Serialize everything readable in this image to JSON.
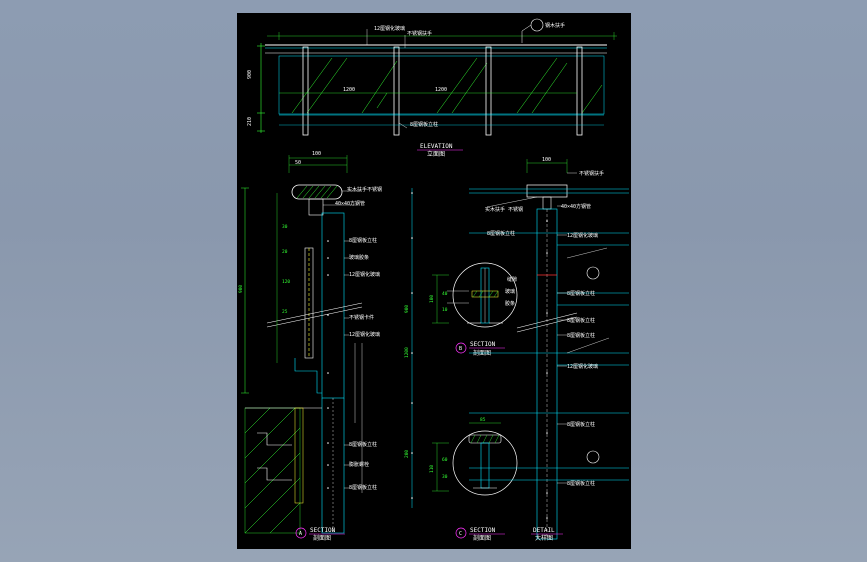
{
  "elevation": {
    "title_en": "ELEVATION",
    "title_cn": "立面图",
    "labels": {
      "top_rail": "12厘钢化玻璃",
      "handrail": "不锈钢扶手",
      "post_tag": "钢木扶手",
      "post": "8厘钢板立柱",
      "span1": "1200",
      "span2": "1200",
      "dim_h1": "900",
      "dim_h2": "210"
    }
  },
  "section_a": {
    "title_en": "SECTION",
    "title_cn": "剖面图",
    "marker": "A",
    "labels": {
      "top_w": "100",
      "top_w2": "50",
      "handrail": "实木扶手",
      "handrail_sub": "不锈钢",
      "bracket": "40×40方钢管",
      "plate1": "8厘钢板立柱",
      "gasket": "玻璃胶条",
      "glass": "12厘钢化玻璃",
      "stainless": "不锈钢卡件",
      "glass2": "12厘钢化玻璃",
      "plate2": "8厘钢板立柱",
      "anchor": "膨胀螺栓",
      "plate3": "8厘钢板立柱",
      "dim_900": "900",
      "dim_a": "120",
      "dim_b": "20",
      "dim_c": "25",
      "dim_d": "30"
    }
  },
  "section_b": {
    "title_en": "SECTION",
    "title_cn": "剖面图",
    "marker": "B",
    "labels": {
      "gap": "缝隙",
      "glass": "玻璃",
      "gasket": "胶条",
      "dim": "100",
      "dim2": "40",
      "dim3": "10"
    }
  },
  "section_c": {
    "title_en": "SECTION",
    "title_cn": "剖面图",
    "marker": "C",
    "labels": {
      "dim": "85",
      "dim2": "110",
      "dim3": "60",
      "dim4": "30"
    }
  },
  "detail": {
    "title_en": "DETAIL",
    "title_cn": "大样图",
    "labels": {
      "top_w": "100",
      "handrail": "不锈钢扶手",
      "wood": "实木扶手 不锈钢",
      "bracket": "40×40方钢管",
      "plate1": "8厘钢板立柱",
      "glass1": "12厘钢化玻璃",
      "plate2": "8厘钢板立柱",
      "plate3": "8厘钢板立柱",
      "plate4": "8厘钢板立柱",
      "glass2": "12厘钢化玻璃",
      "plate5": "8厘钢板立柱",
      "plate6": "8厘钢板立柱",
      "dim_1200": "1200",
      "dim_900": "900",
      "dim_200": "200"
    }
  },
  "colors": {
    "background": "#000000",
    "line_white": "#ffffff",
    "line_cyan": "#00e5ff",
    "line_green": "#33ff33",
    "line_magenta": "#ff33ff",
    "line_red": "#ff3333",
    "line_yellow": "#ffff33"
  }
}
